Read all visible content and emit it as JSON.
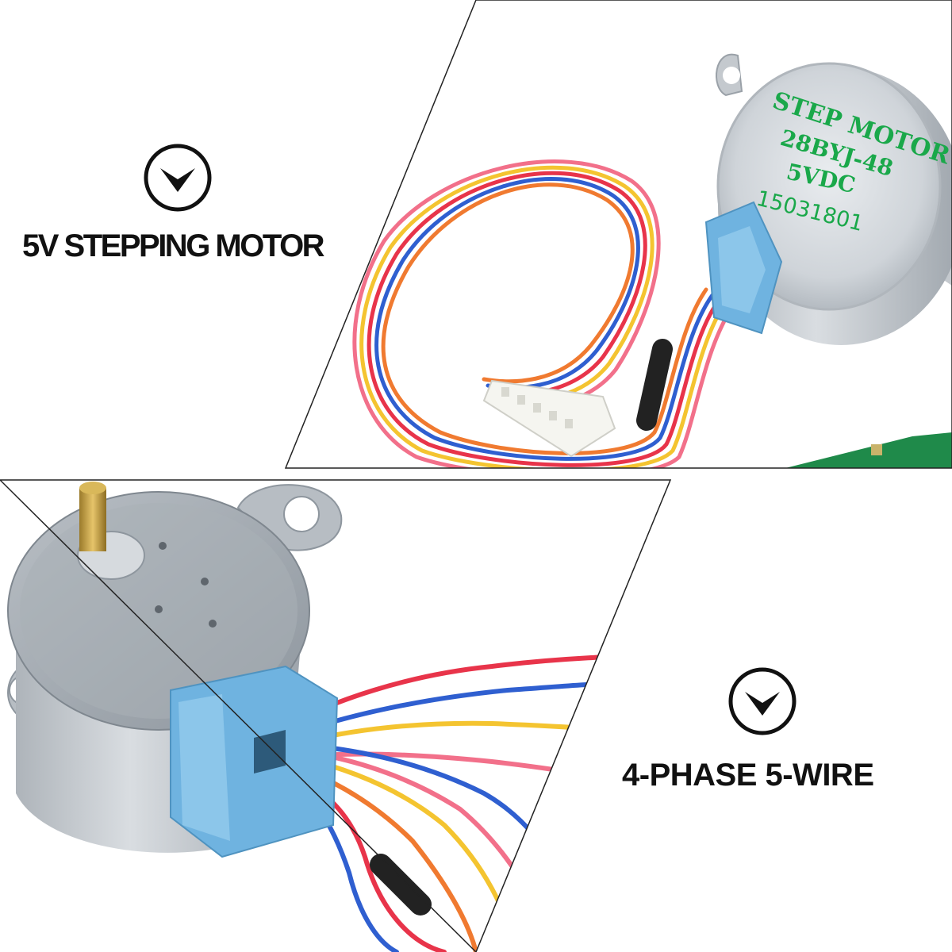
{
  "captions": {
    "top": "5V STEPPING MOTOR",
    "bottom": "4-PHASE 5-WIRE"
  },
  "motor_label": {
    "line1": "STEP MOTOR",
    "line2": "28BYJ-48",
    "line3": "5VDC",
    "line4": "15031801"
  },
  "icons": {
    "top": "chevron-down-circle-icon",
    "bottom": "chevron-down-circle-icon"
  },
  "colors": {
    "label_green": "#1aa84a",
    "connector_blue": "#6fb3e0",
    "wire_red": "#e8344a",
    "wire_pink": "#f2708a",
    "wire_yellow": "#f4c430",
    "wire_blue": "#2f5fd0",
    "wire_orange": "#f07a30"
  }
}
